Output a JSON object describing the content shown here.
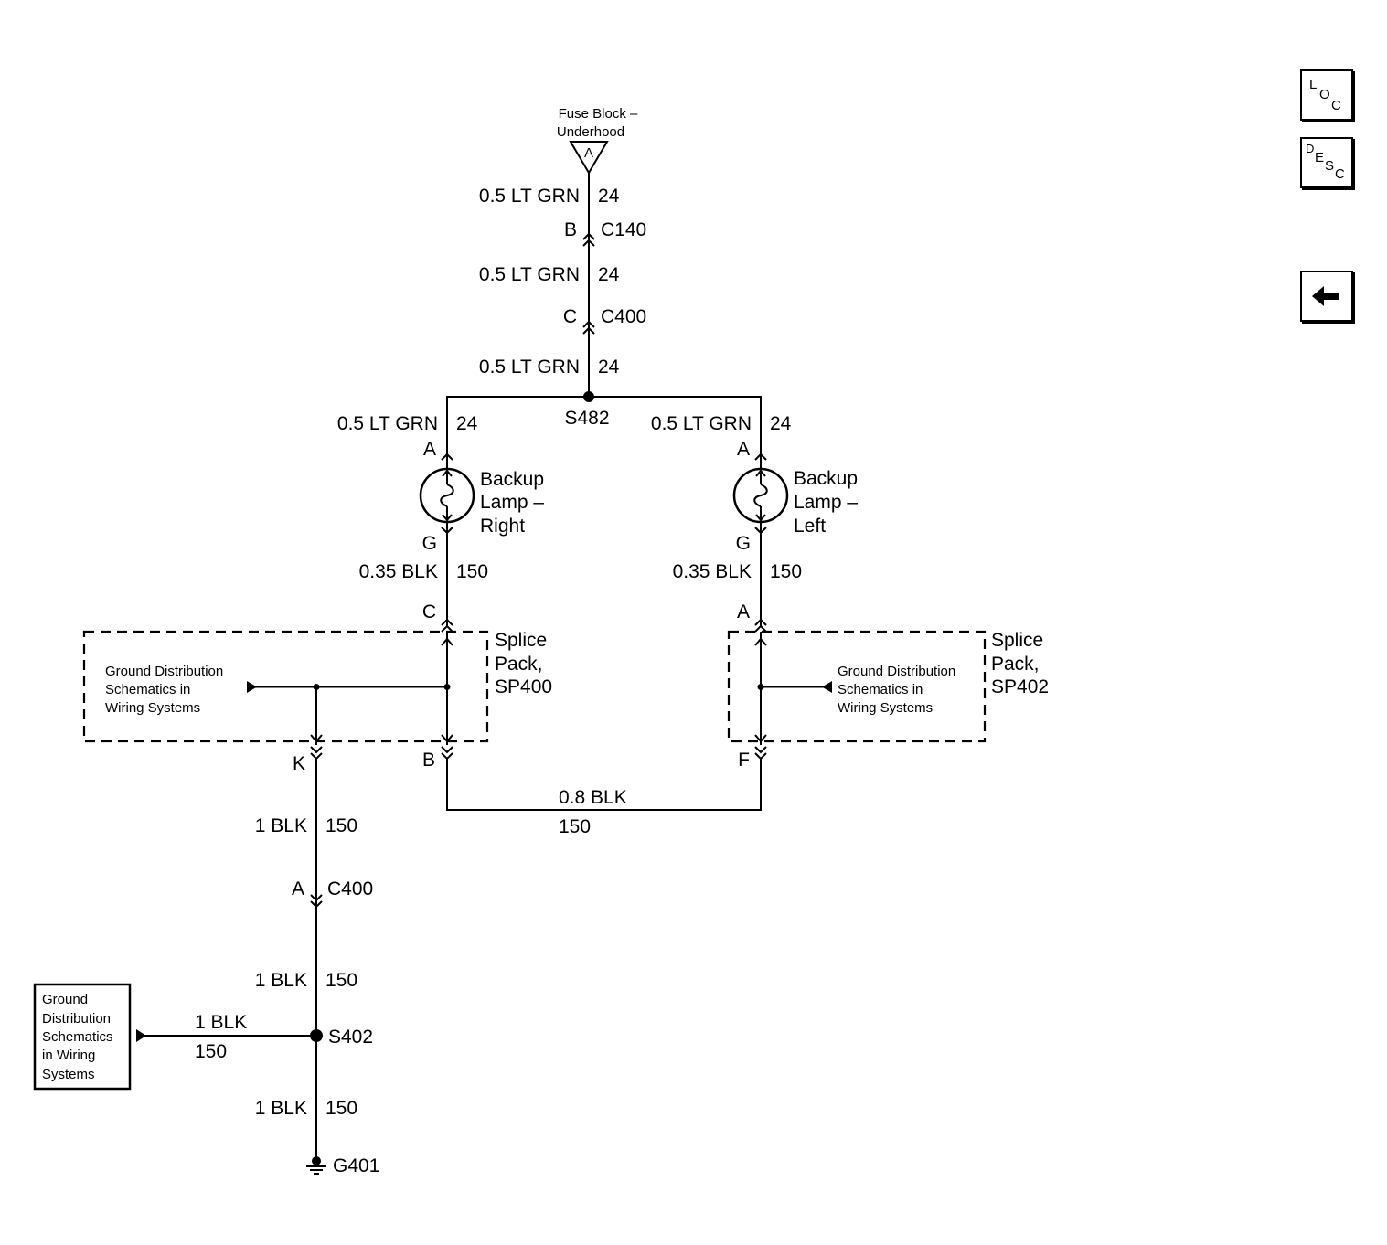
{
  "nav": {
    "loc": [
      "L",
      "O",
      "C"
    ],
    "desc": [
      "D",
      "E",
      "S",
      "C"
    ]
  },
  "fuse": {
    "line1": "Fuse Block –",
    "line2": "Underhood",
    "terminal": "A"
  },
  "wires": {
    "top1_size": "0.5 LT GRN",
    "top1_circuit": "24",
    "top2_size": "0.5 LT GRN",
    "top2_circuit": "24",
    "top3_size": "0.5 LT GRN",
    "top3_circuit": "24",
    "left_size": "0.5 LT GRN",
    "left_circuit": "24",
    "right_size": "0.5 LT GRN",
    "right_circuit": "24",
    "lamp_r_gnd_size": "0.35 BLK",
    "lamp_r_gnd_circuit": "150",
    "lamp_l_gnd_size": "0.35 BLK",
    "lamp_l_gnd_circuit": "150",
    "cross_size": "0.8 BLK",
    "cross_circuit": "150",
    "k_size": "1 BLK",
    "k_circuit": "150",
    "c400_size": "1 BLK",
    "c400_circuit": "150",
    "s402_branch_size": "1 BLK",
    "s402_branch_circuit": "150",
    "g401_size": "1 BLK",
    "g401_circuit": "150"
  },
  "connectors": {
    "c140_pin": "B",
    "c140": "C140",
    "c400_pin": "C",
    "c400": "C400",
    "c400b_pin": "A",
    "c400b": "C400"
  },
  "splices": {
    "s482": "S482",
    "s402": "S402"
  },
  "ground": {
    "g401": "G401"
  },
  "lamp_right": {
    "pin_top": "A",
    "pin_bottom": "G",
    "name1": "Backup",
    "name2": "Lamp –",
    "name3": "Right"
  },
  "lamp_left": {
    "pin_top": "A",
    "pin_bottom": "G",
    "name1": "Backup",
    "name2": "Lamp –",
    "name3": "Left"
  },
  "sp400": {
    "name1": "Splice",
    "name2": "Pack,",
    "name3": "SP400",
    "pin_c": "C",
    "pin_k": "K",
    "pin_b": "B",
    "ref1": "Ground Distribution",
    "ref2": "Schematics in",
    "ref3": "Wiring Systems"
  },
  "sp402": {
    "name1": "Splice",
    "name2": "Pack,",
    "name3": "SP402",
    "pin_a": "A",
    "pin_f": "F",
    "ref1": "Ground Distribution",
    "ref2": "Schematics in",
    "ref3": "Wiring Systems"
  },
  "ground_ref_box": [
    "Ground",
    "Distribution",
    "Schematics",
    "in Wiring",
    "Systems"
  ]
}
